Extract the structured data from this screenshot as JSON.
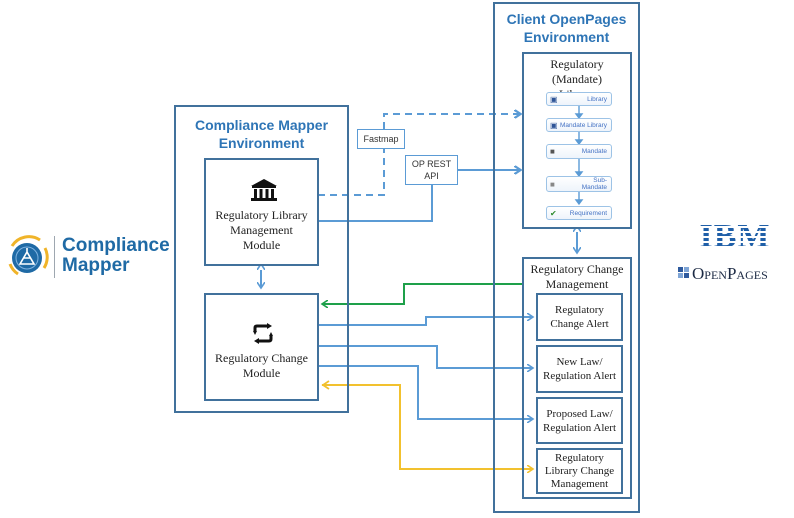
{
  "logos": {
    "compliance_mapper": {
      "line1": "Compliance",
      "line2": "Mapper"
    },
    "ibm": {
      "text": "IBM"
    },
    "openpages": {
      "text": "OpenPages"
    }
  },
  "compliance_mapper_env": {
    "title_line1": "Compliance Mapper",
    "title_line2": "Environment",
    "modules": [
      {
        "icon": "bank-icon",
        "label_lines": [
          "Regulatory Library",
          "Management",
          "Module"
        ]
      },
      {
        "icon": "refresh-icon",
        "label_lines": [
          "Regulatory Change",
          "Module"
        ]
      }
    ]
  },
  "connectors": {
    "fastmap": "Fastmap",
    "op_rest_api_line1": "OP REST",
    "op_rest_api_line2": "API"
  },
  "client_openpages_env": {
    "title_line1": "Client OpenPages",
    "title_line2": "Environment",
    "library": {
      "title_line1": "Regulatory (Mandate)",
      "title_line2": "Library",
      "steps": [
        {
          "icon": "hierarchy-icon",
          "label": "Library"
        },
        {
          "icon": "hierarchy-icon",
          "label": "Mandate Library"
        },
        {
          "icon": "tombstone-icon",
          "label": "Mandate"
        },
        {
          "icon": "tombstone-sub-icon",
          "label": "Sub-\nMandate"
        },
        {
          "icon": "checkmark-icon",
          "label": "Requirement"
        }
      ]
    },
    "change_management": {
      "title_line1": "Regulatory Change",
      "title_line2": "Management",
      "items": [
        {
          "line1": "Regulatory",
          "line2": "Change Alert"
        },
        {
          "line1": "New Law/",
          "line2": "Regulation Alert"
        },
        {
          "line1": "Proposed Law/",
          "line2": "Regulation Alert"
        },
        {
          "line1": "Regulatory",
          "line2": "Library Change",
          "line3": "Management"
        }
      ]
    }
  },
  "colors": {
    "box_border": "#41719c",
    "title_blue": "#2e75b6",
    "connector_blue": "#5b9bd5",
    "green": "#1ea04a",
    "yellow": "#f2c12e"
  }
}
